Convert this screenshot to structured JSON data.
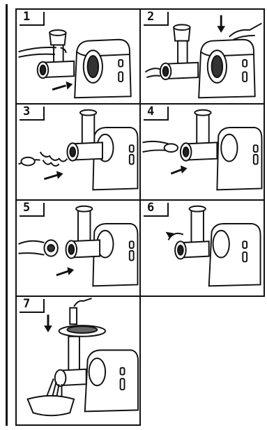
{
  "steps": [
    {
      "number": "1"
    },
    {
      "number": "2"
    },
    {
      "number": "3"
    },
    {
      "number": "4"
    },
    {
      "number": "5"
    },
    {
      "number": "6"
    },
    {
      "number": "7"
    }
  ],
  "icons": {
    "grinder": "meat-grinder-body",
    "arrow": "direction-arrow",
    "hand": "hand",
    "tray": "feeding-tray",
    "bowl": "bowl"
  }
}
